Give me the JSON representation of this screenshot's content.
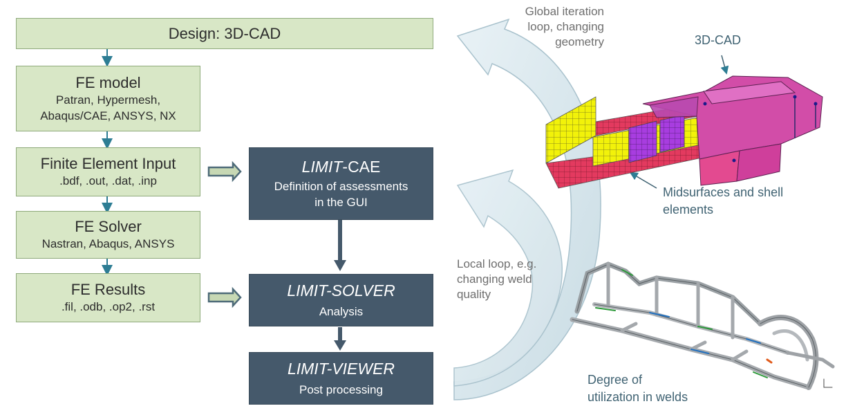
{
  "flow": {
    "design": "Design: 3D-CAD",
    "fe_model": {
      "title": "FE model",
      "lines": [
        "Patran, Hypermesh,",
        "Abaqus/CAE, ANSYS, NX"
      ]
    },
    "fe_input": {
      "title": "Finite Element Input",
      "lines": [
        ".bdf, .out, .dat, .inp"
      ]
    },
    "fe_solver": {
      "title": "FE Solver",
      "lines": [
        "Nastran, Abaqus, ANSYS"
      ]
    },
    "fe_results": {
      "title": "FE Results",
      "lines": [
        ".fil, .odb, .op2, .rst"
      ]
    }
  },
  "limit": {
    "cae": {
      "title_italic": "LIMIT",
      "title_rest": "-CAE",
      "lines": [
        "Definition of assessments",
        "in the GUI"
      ]
    },
    "solver": {
      "title_italic": "LIMIT-SOLVER",
      "lines": [
        "Analysis"
      ]
    },
    "viewer": {
      "title_italic": "LIMIT-VIEWER",
      "lines": [
        "Post processing"
      ]
    }
  },
  "annotations": {
    "global_loop": [
      "Global iteration",
      "loop, changing",
      "geometry"
    ],
    "local_loop": [
      "Local loop, e.g.",
      "changing weld",
      "quality"
    ],
    "cad": "3D-CAD",
    "midsurfaces": [
      "Midsurfaces and shell",
      "elements"
    ],
    "utilization": [
      "Degree of",
      "utilization in welds"
    ]
  },
  "colors": {
    "green_fill": "#d8e7c6",
    "dark_fill": "#45596b",
    "connector": "#2d7d94",
    "loop_arrow": "#dbe9f0",
    "annotation_blue": "#3f6272",
    "annotation_gray": "#6e6e6e",
    "mesh_yellow": "#f2f20a",
    "cad_magenta": "#d24da8"
  }
}
